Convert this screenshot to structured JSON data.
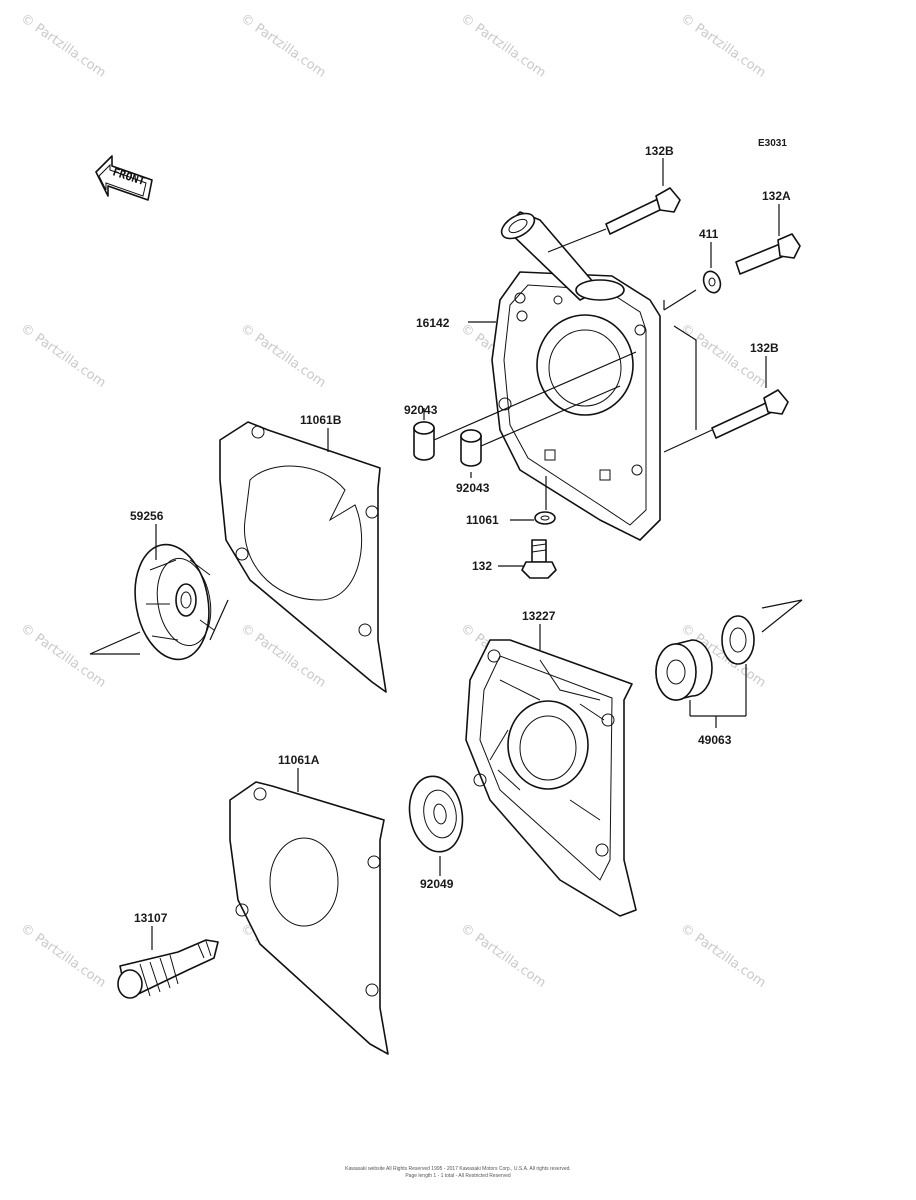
{
  "diagram_code": "E3031",
  "front_label": "FRONT",
  "watermark_text": "© Partzilla.com",
  "copyright_lines": [
    "Kawasaki website All Rights Reserved 1995 - 2017 Kawasaki Motors Corp., U.S.A. All rights reserved.",
    "Page length 1 - 1 total - All Restricted Reserved"
  ],
  "part_labels": {
    "p132B_top": "132B",
    "p132A": "132A",
    "p411": "411",
    "p16142": "16142",
    "p132B_mid": "132B",
    "p92043_a": "92043",
    "p92043_b": "92043",
    "p11061B": "11061B",
    "p11061": "11061",
    "p132": "132",
    "p59256": "59256",
    "p13227": "13227",
    "p49063": "49063",
    "p11061A": "11061A",
    "p92049": "92049",
    "p13107": "13107"
  },
  "colors": {
    "line": "#111111",
    "watermark": "#c9c9c9",
    "background": "#ffffff"
  }
}
